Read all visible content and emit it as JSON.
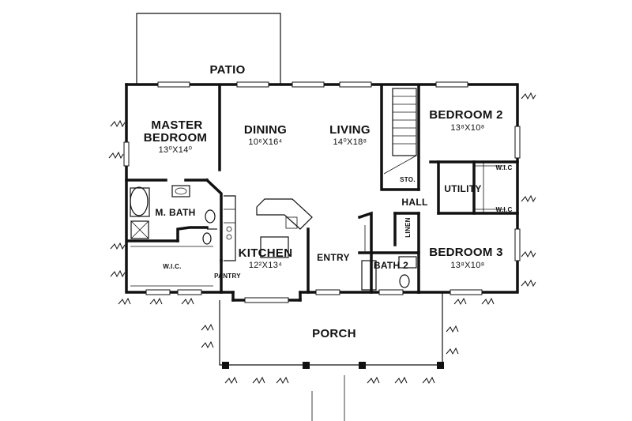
{
  "rooms": {
    "patio": {
      "name": "PATIO"
    },
    "master_bedroom": {
      "name_line1": "MASTER",
      "name_line2": "BEDROOM",
      "dims": "13⁰X14⁰"
    },
    "dining": {
      "name": "DINING",
      "dims": "10⁶X16⁴"
    },
    "living": {
      "name": "LIVING",
      "dims": "14⁰X18⁸"
    },
    "bedroom2": {
      "name": "BEDROOM 2",
      "dims": "13⁸X10⁸"
    },
    "bedroom3": {
      "name": "BEDROOM 3",
      "dims": "13⁸X10⁸"
    },
    "m_bath": {
      "name": "M. BATH"
    },
    "kitchen": {
      "name": "KITCHEN",
      "dims": "12²X13⁴"
    },
    "entry": {
      "name": "ENTRY"
    },
    "bath2": {
      "name": "BATH 2"
    },
    "hall": {
      "name": "HALL"
    },
    "sto": {
      "name": "STO."
    },
    "utility": {
      "name": "UTILITY"
    },
    "wic_master": {
      "name": "W.I.C."
    },
    "wic_b2": {
      "name": "W.I.C"
    },
    "wic_b3": {
      "name": "W.I.C"
    },
    "pantry": {
      "name": "PANTRY"
    },
    "linen": {
      "name": "LINEN"
    },
    "porch": {
      "name": "PORCH"
    }
  }
}
